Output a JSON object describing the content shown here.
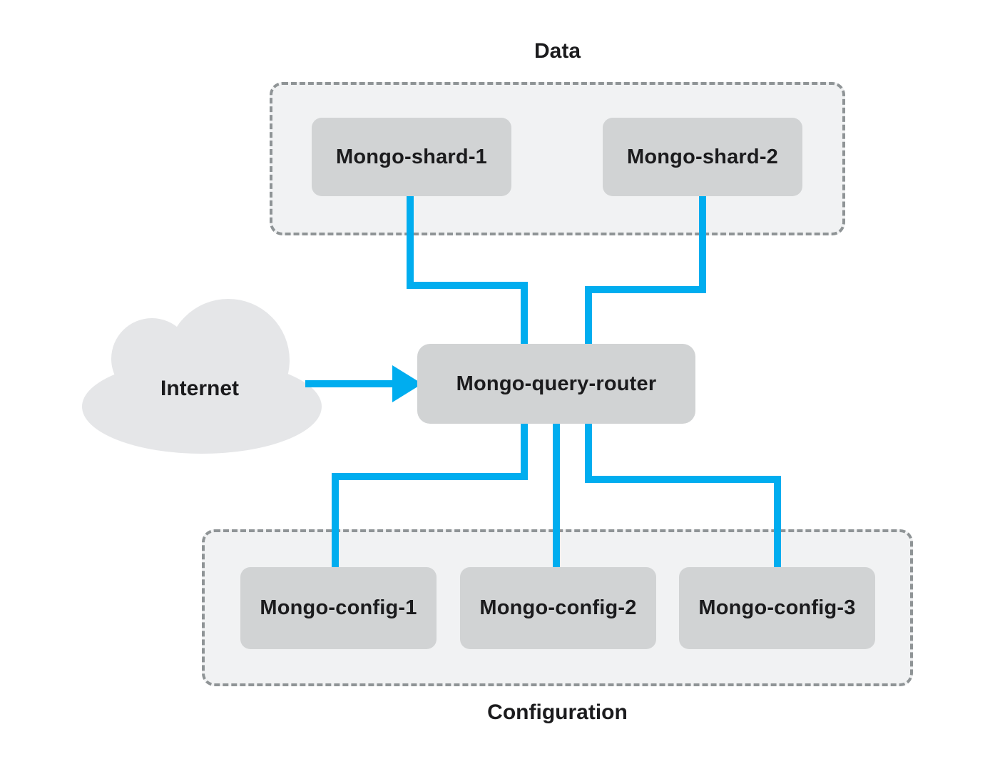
{
  "diagram": {
    "data_group": {
      "title": "Data",
      "nodes": [
        {
          "label": "Mongo-shard-1"
        },
        {
          "label": "Mongo-shard-2"
        }
      ]
    },
    "router": {
      "label": "Mongo-query-router"
    },
    "internet": {
      "label": "Internet"
    },
    "config_group": {
      "title": "Configuration",
      "nodes": [
        {
          "label": "Mongo-config-1"
        },
        {
          "label": "Mongo-config-2"
        },
        {
          "label": "Mongo-config-3"
        }
      ]
    },
    "colors": {
      "connector": "#00ADEF",
      "node_fill": "#d1d3d4",
      "group_fill": "#f1f2f3",
      "group_border": "#8f9496",
      "cloud_fill": "#e5e6e8",
      "text": "#1b1b1d"
    }
  }
}
